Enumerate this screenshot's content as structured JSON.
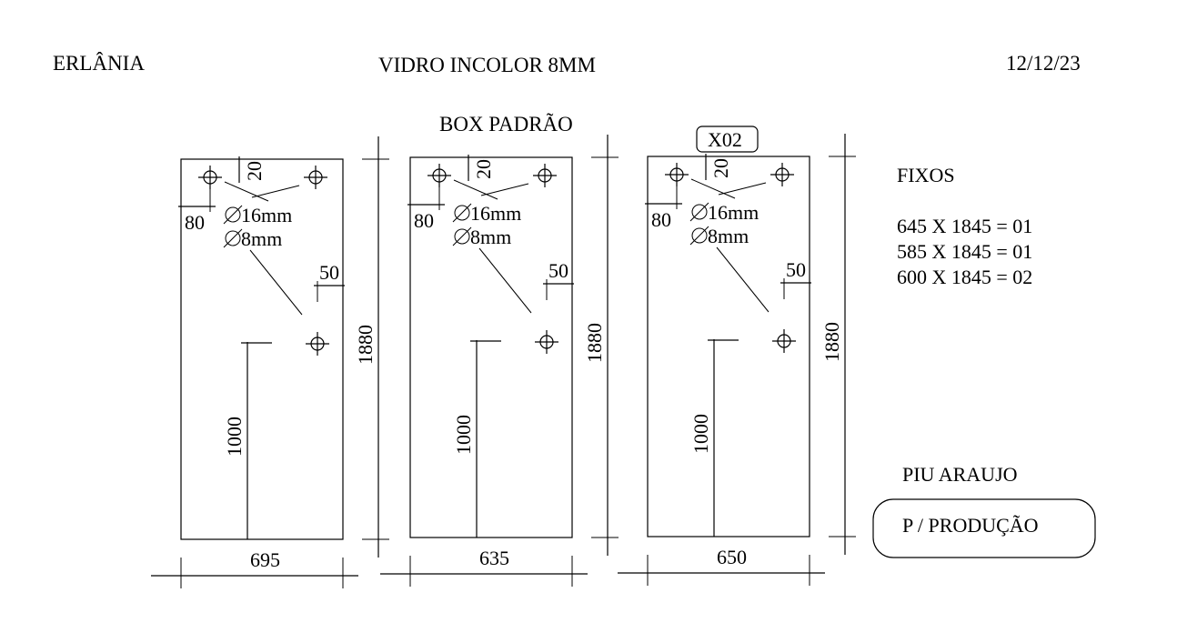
{
  "header": {
    "client": "ERLÂNIA",
    "material": "VIDRO INCOLOR 8MM",
    "date": "12/12/23",
    "subtitle": "BOX PADRÃO"
  },
  "panels": [
    {
      "width": "695",
      "height": "1880",
      "handle_height": "1000",
      "hole_top_offset": "20",
      "hole_side_offset": "80",
      "hole_mid_offset": "50",
      "hole_large": "16mm",
      "hole_small": "8mm",
      "tag": ""
    },
    {
      "width": "635",
      "height": "1880",
      "handle_height": "1000",
      "hole_top_offset": "20",
      "hole_side_offset": "80",
      "hole_mid_offset": "50",
      "hole_large": "16mm",
      "hole_small": "8mm",
      "tag": ""
    },
    {
      "width": "650",
      "height": "1880",
      "handle_height": "1000",
      "hole_top_offset": "20",
      "hole_side_offset": "80",
      "hole_mid_offset": "50",
      "hole_large": "16mm",
      "hole_small": "8mm",
      "tag": "X02"
    }
  ],
  "fixed_panels": {
    "title": "FIXOS",
    "items": [
      "645 X 1845 = 01",
      "585 X 1845 = 01",
      "600 X 1845 = 02"
    ]
  },
  "footer": {
    "author": "PIU ARAUJO",
    "status": "P / PRODUÇÃO"
  }
}
